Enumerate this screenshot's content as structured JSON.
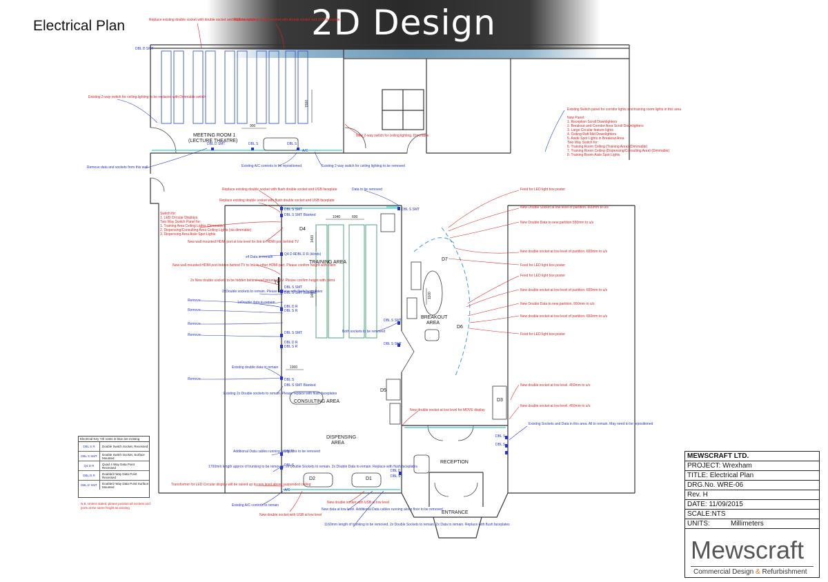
{
  "page": {
    "title": "Electrical Plan"
  },
  "banner": {
    "text": "2D Design"
  },
  "rooms": {
    "meeting_room_line1": "MEETING ROOM 1",
    "meeting_room_line2": "(LECTURE THEATRE)",
    "training": "TRAINING AREA",
    "breakout_line1": "BREAKOUT",
    "breakout_line2": "AREA",
    "consulting": "CONSULTING AREA",
    "dispensing_line1": "DISPENSING",
    "dispensing_line2": "AREA",
    "reception": "RECEPTION",
    "entrance": "ENTRANCE"
  },
  "labels": {
    "d1": "D1",
    "d2": "D2",
    "d3": "D3",
    "d4": "D4",
    "d5": "D5",
    "d6": "D6",
    "d7": "D7",
    "tv": "TV",
    "dim_900": "900",
    "dim_1500": "1500",
    "dim_1040": "1040",
    "dim_600": "600",
    "dim_1400a": "1400",
    "dim_1400b": "1400",
    "dim_1100": "1100",
    "dim_1000": "1000"
  },
  "notes_red": {
    "n1": "Replace existing double socket with double socket and USB faceplate",
    "n2": "Replace existing double socket with double socket and USB faceplate",
    "n3": "Existing 2-way switch for ceiling lighting to be replaced with Dimmable switch",
    "n4": "New 2-way switch for ceiling lighting. Dimmable",
    "n5": "Replace existing double socket with flush double socket and USB faceplate",
    "n6": "Replace existing double socket with flush double socket and USB faceplate",
    "n7": "Switch for:",
    "n8": "1.   LED Circular Displays",
    "n9": "Two Way Switch Panel for:",
    "n10": "1.   Training Area Ceiling Lights (Dimmable)",
    "n11": "2.   Dispensing/Consulting Area Ceiling Lights (via dimmable)",
    "n12": "3.   Dispensing Area Aisle Spot Lights",
    "n13": "New wall mounted HDMI port at low level for link to HDMI port behind TV",
    "n14": "New wall mounted HDMI port hidden behind TV to link to other HDMI port. Please confirm height with client",
    "n15": "2x New double sockets to be hidden behind wall mounted TV. Please confirm height with client",
    "n16": "Feed for LED light box poster",
    "n17": "New Double Socket at low level of partition. 800mm to u/s",
    "n18": "New Double Data to new partition 550mm to u/s",
    "n19": "New double socket at low level of partition. 650mm to u/s",
    "n20": "Feed for LED light box poster",
    "n21": "Feed for LED light box poster",
    "n22": "New double socket at low level of partition. 650mm to u/s",
    "n23": "New Double Data to new partition. 550mm to u/s",
    "n24": "New double socket at low level of partition. 650mm to u/s",
    "n25": "Feed for LED light box poster",
    "n26": "New double socket at low level. 450mm to u/s",
    "n27": "New double socket at low level. 450mm to u/s",
    "n28": "New double socket at low level for MOVE display",
    "n29": "Transformer for LED Circular display will be raised up to new level above suspended ceiling",
    "n30": "New double socket with USB at low level",
    "n31": "New double socket with USB at low level",
    "n32": "Existing Switch panel for corridor lights and training room lights in this area",
    "n33": "New Panel:",
    "n34": "1.  Reception Scroll Downlighters",
    "n35": "2.  Breakout and Corridor Area Scroll Downlighters",
    "n36": "3.  Large Circular feature lights",
    "n37": "4.  Ceiling Raft Mid Downlighters",
    "n38": "5.  Aside Spot Lights in Breakout Area",
    "n39": "Two Way Switch for:",
    "n40": "6.  Training Room Ceiling (Training Area) (Dimmable)",
    "n41": "7.  Training Room Ceiling (Dispensing/Consulting Area) (Dimmable)",
    "n42": "8.  Training Room Aisle Spot Lights"
  },
  "notes_blue": {
    "b1": "Remove data and sockets from this wall",
    "b2": "Existing A/C controls to be repositioned",
    "b3": "Existing 2-way switch for ceiling lighting to be removed",
    "b4": "Data to be removed",
    "b5": "x4 Data to remain",
    "b6": "2xDouble sockets to remain. Please replace with flush face plates",
    "b7": "1xDouble data to remain",
    "b8": "Remove",
    "b9": "Remove",
    "b10": "Remove",
    "b11": "Remove",
    "b12": "Remove",
    "b13": "Both sockets to be removed",
    "b14": "Existing double data to remain",
    "b15": "Existing 2x Double sockets to remain. Please replace with flush faceplates",
    "b16": "Existing Sockets and Data in this area. All to remain. May need to be repositioned",
    "b17": "Additional Data cables running along floor to be removed",
    "b18": "1700mm length approx of trunking to be removed. 2x Double Sockets to remain. 2x Double Data to remain. Replace with flush faceplates",
    "b19": "Existing A/C controls to remain",
    "b20": "New data at low level. Additional Data cables running along floor to be removed",
    "b21": "1160mm length of trunking to be removed. 2x Double Sockets to remain. 2x Data to remain. Replace with flush faceplates"
  },
  "symbols": {
    "s1": "DBL  D SMT",
    "s2": "DBL  D SMT",
    "s3": "DBL  S",
    "s4": "DBL  S",
    "s5": "A/C",
    "s6": "DBL  S SMT",
    "s7": "DBL S SMT Blanked",
    "s8": "DBL  S SMT",
    "s9": "Q4 D R",
    "s10": "DBL  D R (blinds)",
    "s11": "DBL  S SMT",
    "s12": "DBL  S SMT Blanked",
    "s13": "DBL  D R",
    "s14": "DBL  S R",
    "s15": "DBL  S SMT",
    "s16": "DBL  S SMT",
    "s17": "DBL  S R",
    "s18": "DBL  D R",
    "s19": "DBL  S SMT",
    "s20": "DBL  S SMT Blanked",
    "s21": "DBL  S",
    "s22": "DBL  S",
    "s23": "DBL  D",
    "s24": "DBL  D",
    "s25": "A/C",
    "s26": "DBL  S",
    "s27": "DBL  S",
    "s28": "DBL  S"
  },
  "key": {
    "title": "Electrical Key *All notes in blue are existing",
    "rows": [
      {
        "symbol": "DBL  S  R",
        "desc": "Double Switch Socket, Recessed"
      },
      {
        "symbol": "DBL  S SMT",
        "desc": "Double Switch Socket, Surface Mounted"
      },
      {
        "symbol": "Q4  D R",
        "desc": "Quad 4 Way Data Point Recessed"
      },
      {
        "symbol": "DBL  D  R",
        "desc": "Double/2 Way Data Point Recessed"
      },
      {
        "symbol": "DBL  D SMT",
        "desc": "Double/2 Way Data Point Surface Mounted"
      }
    ],
    "note": "N.B. Unless stated, please position all sockets and ports at the same height as existing"
  },
  "title_block": {
    "company": "MEWSCRAFT LTD.",
    "project": "PROJECT: Wrexham",
    "title": "TITLE: Electrical Plan",
    "drg_no": "DRG.No. WRE-06",
    "rev": "Rev. H",
    "date": "DATE: 11/09/2015",
    "scale": "SCALE:NTS",
    "units_label": "UNITS:",
    "units_value": "Millimeters",
    "logo": "Mewscraft",
    "tagline_before": "Commercial Design ",
    "tagline_amp": "&",
    "tagline_after": " Refurbishment"
  },
  "colors": {
    "wall": "#333333",
    "cyan": "#38c8c8",
    "red": "#dd2222",
    "blue": "#2233cc",
    "chair": "#3355cc"
  }
}
